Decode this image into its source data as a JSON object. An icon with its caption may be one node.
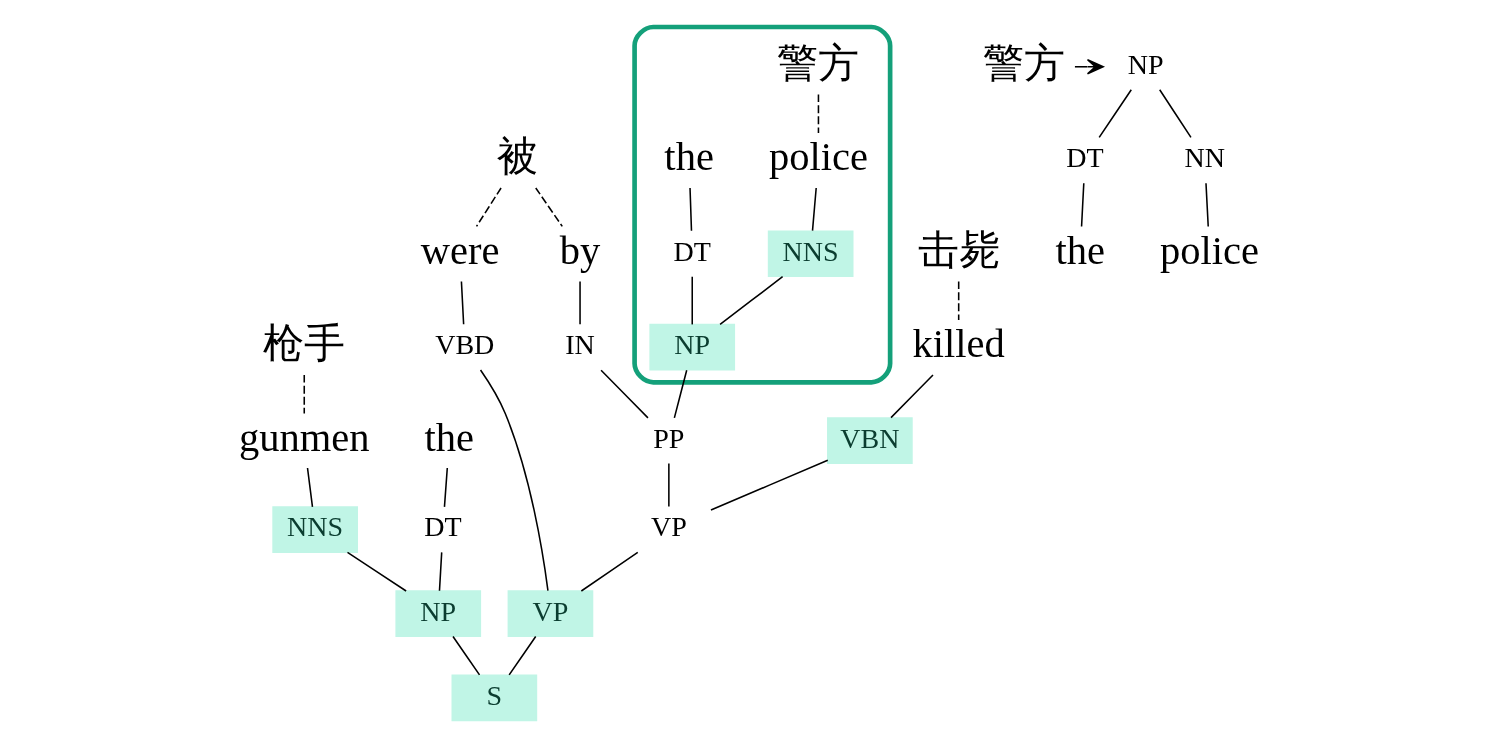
{
  "diagram": {
    "nodes": [
      {
        "text": [
          "枪手"
        ]
      },
      {
        "text": [
          "被"
        ]
      },
      {
        "text": [],
        "shape": "loop"
      },
      {
        "text": [
          "警方"
        ],
        "in": 2
      },
      {
        "text": [
          "击毙"
        ]
      },
      {
        "text": [
          "the"
        ]
      },
      {
        "text": [
          "gunmen"
        ]
      },
      {
        "text": [
          "were"
        ]
      },
      {
        "text": [
          "killed"
        ]
      },
      {
        "text": [
          "by"
        ]
      },
      {
        "text": [
          "the"
        ],
        "in": 2
      },
      {
        "text": [
          "police"
        ],
        "in": 2
      },
      {
        "text": [
          "DT"
        ]
      },
      {
        "text": [
          "NNS"
        ]
      },
      {
        "text": [
          "VBD"
        ]
      },
      {
        "text": [
          "VBN"
        ]
      },
      {
        "text": [
          "IN"
        ]
      },
      {
        "text": [
          "DT"
        ],
        "in": 2
      },
      {
        "text": [
          "NNS"
        ],
        "in": 2
      },
      {
        "text": [
          "NP"
        ]
      },
      {
        "text": [
          "NP"
        ],
        "in": 2
      },
      {
        "text": [
          "PP"
        ]
      },
      {
        "text": [
          "VP"
        ]
      },
      {
        "text": [
          "VP"
        ]
      },
      {
        "text": [
          "S"
        ]
      },
      {
        "text": [
          "警方"
        ]
      },
      {
        "text": [
          "NP"
        ]
      },
      {
        "text": [
          "DT"
        ]
      },
      {
        "text": [
          "NN"
        ]
      },
      {
        "text": [
          "the"
        ]
      },
      {
        "text": [
          "police"
        ]
      }
    ],
    "edges": [
      {
        "from": 0,
        "to": 6,
        "arrow": "none",
        "style": "dashed"
      },
      {
        "from": 1,
        "to": 7,
        "arrow": "none",
        "style": "dashed"
      },
      {
        "from": 1,
        "to": 9,
        "arrow": "none",
        "style": "dashed"
      },
      {
        "from": 3,
        "to": 11,
        "arrow": "none",
        "style": "dashed"
      },
      {
        "from": 4,
        "to": 8,
        "arrow": "none",
        "style": "dashed"
      },
      {
        "from": 5,
        "to": 12,
        "arrow": "none"
      },
      {
        "from": 6,
        "to": 13,
        "arrow": "none"
      },
      {
        "from": 7,
        "to": 14,
        "arrow": "none"
      },
      {
        "from": 8,
        "to": 15,
        "arrow": "none"
      },
      {
        "from": 9,
        "to": 16,
        "arrow": "none"
      },
      {
        "from": 10,
        "to": 17,
        "arrow": "none"
      },
      {
        "from": 11,
        "to": 18,
        "arrow": "none"
      },
      {
        "from": 12,
        "to": 19,
        "arrow": "none"
      },
      {
        "from": 13,
        "to": 19,
        "arrow": "none"
      },
      {
        "from": 17,
        "to": 20,
        "arrow": "none"
      },
      {
        "from": 18,
        "to": 20,
        "arrow": "none"
      },
      {
        "from": 16,
        "to": 21,
        "arrow": "none"
      },
      {
        "from": 20,
        "to": 21,
        "arrow": "none"
      },
      {
        "from": 15,
        "to": 22,
        "arrow": "none"
      },
      {
        "from": 21,
        "to": 22,
        "arrow": "none"
      },
      {
        "from": 14,
        "to": 23,
        "arrow": "none"
      },
      {
        "from": 22,
        "to": 23,
        "arrow": "none"
      },
      {
        "from": 19,
        "to": 24,
        "arrow": "none"
      },
      {
        "from": 23,
        "to": 24,
        "arrow": "none"
      },
      {
        "from": 25,
        "to": 26,
        "arrow": "to"
      },
      {
        "from": 26,
        "to": 27,
        "arrow": "none"
      },
      {
        "from": 26,
        "to": 28,
        "arrow": "none"
      },
      {
        "from": 27,
        "to": 29,
        "arrow": "none"
      },
      {
        "from": 28,
        "to": 30,
        "arrow": "none"
      }
    ]
  }
}
